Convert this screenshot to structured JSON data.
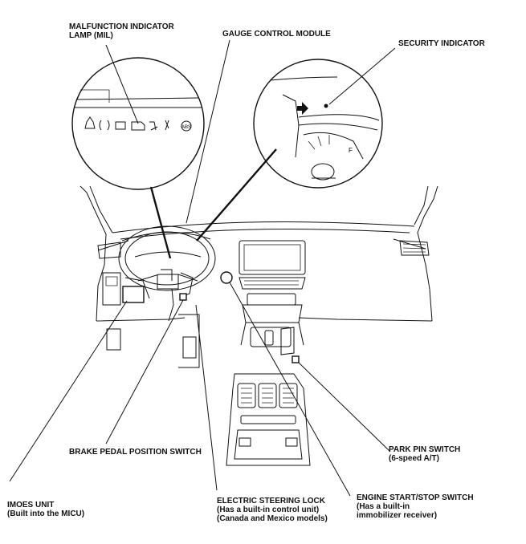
{
  "labels": {
    "mil_line1": "MALFUNCTION INDICATOR",
    "mil_line2": "LAMP (MIL)",
    "gauge": "GAUGE CONTROL MODULE",
    "security": "SECURITY INDICATOR",
    "brake": "BRAKE PEDAL POSITION SWITCH",
    "park_line1": "PARK PIN SWITCH",
    "park_line2": "(6-speed A/T)",
    "imoes_line1": "IMOES UNIT",
    "imoes_line2": "(Built into the MICU)",
    "esl_line1": "ELECTRIC STEERING LOCK",
    "esl_line2": "(Has a built-in control unit)",
    "esl_line3": "(Canada and Mexico models)",
    "engine_line1": "ENGINE START/STOP SWITCH",
    "engine_line2": "(Has a built-in",
    "engine_line3": "immobilizer receiver)"
  },
  "gauge_letter": "F",
  "abs_badge": "ABS"
}
